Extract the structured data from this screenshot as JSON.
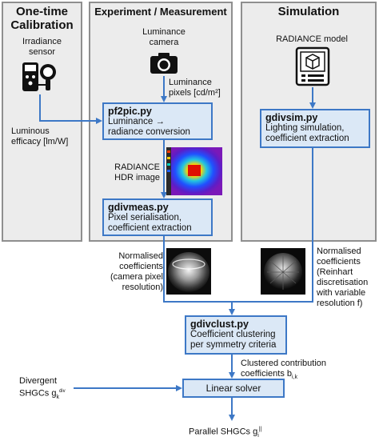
{
  "panels": {
    "calibration": "One-time\nCalibration",
    "experiment": "Experiment / Measurement",
    "simulation": "Simulation"
  },
  "labels": {
    "irradiance_sensor": "Irradiance\nsensor",
    "luminous_efficacy": "Luminous\nefficacy [lm/W]",
    "luminance_camera": "Luminance\ncamera",
    "luminance_pixels": "Luminance\npixels [cd/m²]",
    "radiance_hdr": "RADIANCE\nHDR image",
    "radiance_model": "RADIANCE model",
    "normalised_camera": "Normalised\ncoefficients\n(camera pixel\nresolution)",
    "normalised_sim": "Normalised\ncoefficients\n(Reinhart\ndiscretisation\nwith variable\nresolution f)",
    "clustered_coeffs": "Clustered contribution\ncoefficients b",
    "clustered_sub": "i,k",
    "divergent_shgcs": "Divergent\nSHGCs g",
    "divergent_sub": "k",
    "divergent_sup": "div",
    "parallel_shgcs": "Parallel SHGCs g",
    "parallel_sub": "i",
    "parallel_sup": "||"
  },
  "boxes": {
    "pf2pic": {
      "name": "pf2pic.py",
      "desc": "Luminance →\nradiance conversion"
    },
    "gdivmeas": {
      "name": "gdivmeas.py",
      "desc": "Pixel serialisation,\ncoefficient extraction"
    },
    "gdivsim": {
      "name": "gdivsim.py",
      "desc": "Lighting simulation,\ncoefficient extraction"
    },
    "gdivclust": {
      "name": "gdivclust.py",
      "desc": "Coefficient clustering\nper symmetry criteria"
    },
    "solver": {
      "label": "Linear solver"
    }
  },
  "colors": {
    "accent": "#3d78c6",
    "box_fill": "#dbe8f6",
    "panel_fill": "#ececec",
    "panel_border": "#8f8f8f"
  }
}
